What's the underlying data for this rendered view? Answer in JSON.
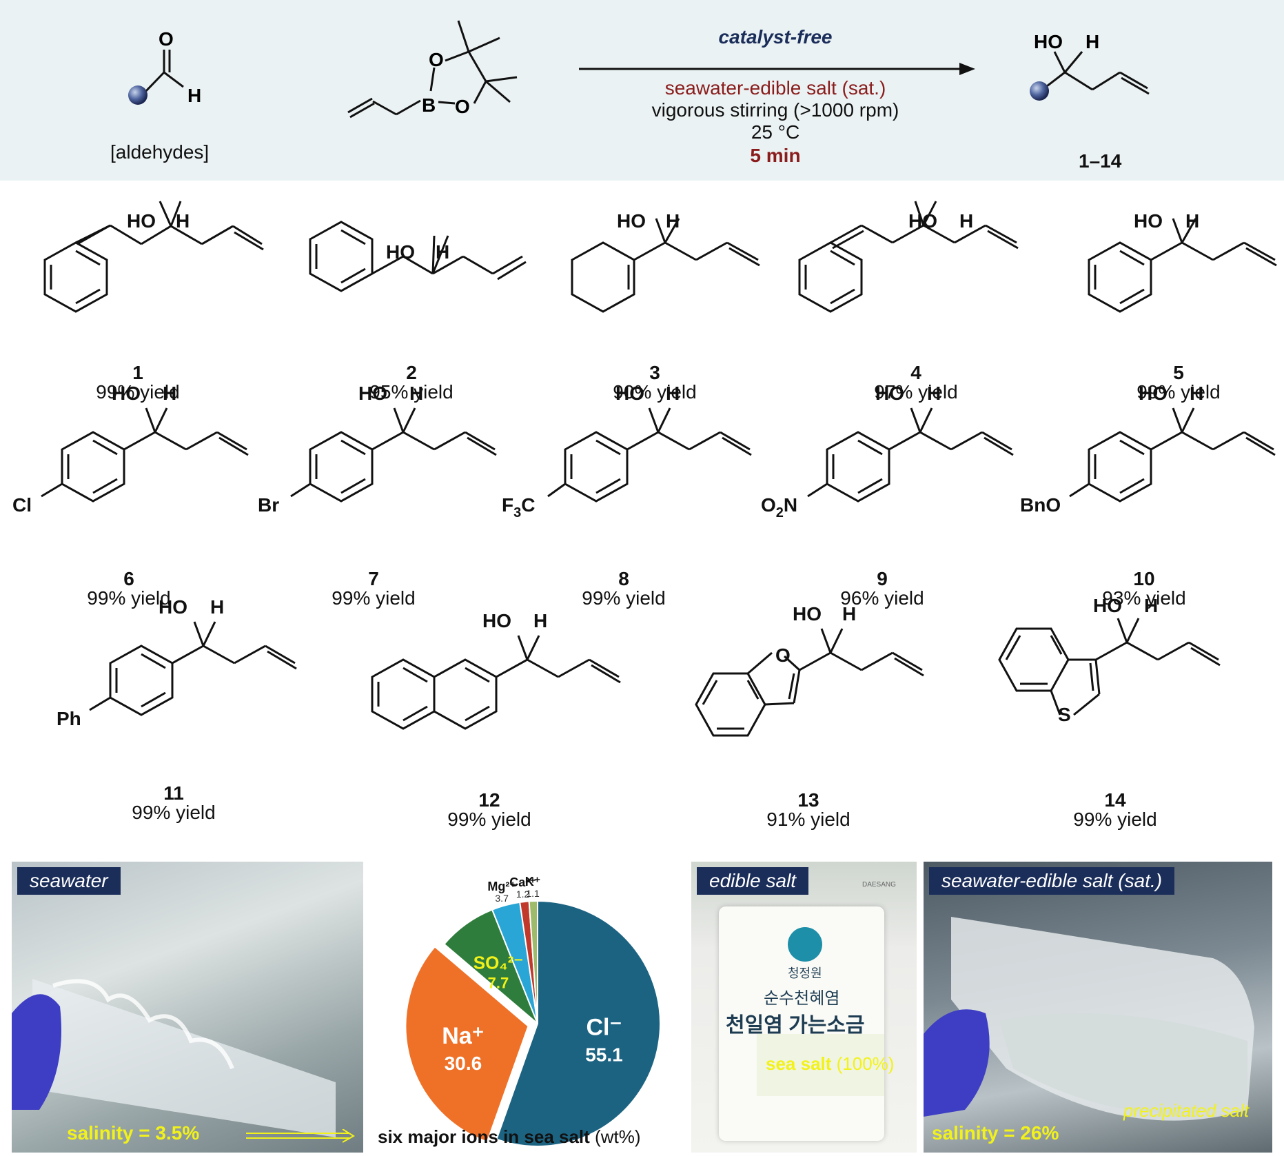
{
  "scheme": {
    "aldehyde_label": "[aldehydes]",
    "condition_catalyst": "catalyst-free",
    "condition_medium": "seawater-edible salt (sat.)",
    "condition_stirring": "vigorous stirring (>1000 rpm)",
    "condition_temp": "25 °C",
    "condition_time": "5 min",
    "product_range": "1–14",
    "atoms": {
      "O": "O",
      "H": "H",
      "B": "B",
      "HO": "HO"
    }
  },
  "compounds": [
    {
      "num": "1",
      "yield": "99% yield"
    },
    {
      "num": "2",
      "yield": "95% yield"
    },
    {
      "num": "3",
      "yield": "90% yield"
    },
    {
      "num": "4",
      "yield": "97% yield"
    },
    {
      "num": "5",
      "yield": "99% yield"
    },
    {
      "num": "6",
      "yield": "99% yield",
      "sub": "Cl"
    },
    {
      "num": "7",
      "yield": "99% yield",
      "sub": "Br"
    },
    {
      "num": "8",
      "yield": "99% yield",
      "sub": "F3C"
    },
    {
      "num": "9",
      "yield": "96% yield",
      "sub": "O2N"
    },
    {
      "num": "10",
      "yield": "93% yield",
      "sub": "BnO"
    },
    {
      "num": "11",
      "yield": "99% yield",
      "sub": "Ph"
    },
    {
      "num": "12",
      "yield": "99% yield"
    },
    {
      "num": "13",
      "yield": "91% yield",
      "hetero": "O"
    },
    {
      "num": "14",
      "yield": "99% yield",
      "hetero": "S"
    }
  ],
  "photos": {
    "seawater_tag": "seawater",
    "seawater_salinity": "salinity = 3.5%",
    "edible_tag": "edible salt",
    "edible_pkg_brand": "청정원",
    "edible_pkg_line1": "순수천혜염",
    "edible_pkg_line2": "천일염 가는소금",
    "edible_sea_salt": "sea salt",
    "edible_sea_salt_pct": "(100%)",
    "edible_maker": "DAESANG",
    "saturated_tag": "seawater-edible salt (sat.)",
    "saturated_precipitate": "precipitated salt",
    "saturated_salinity": "salinity = 26%"
  },
  "chart_data": {
    "type": "pie",
    "title": "six major ions in sea salt",
    "title_unit": "(wt%)",
    "slices": [
      {
        "label": "Cl⁻",
        "value": 55.1,
        "color": "#1c6382"
      },
      {
        "label": "Na⁺",
        "value": 30.6,
        "color": "#ef7128"
      },
      {
        "label": "SO₄²⁻",
        "value": 7.7,
        "color": "#2f7d3c"
      },
      {
        "label": "Mg²⁺",
        "value": 3.7,
        "color": "#2aa6d6"
      },
      {
        "label": "Ca²⁺",
        "value": 1.2,
        "color": "#c0392b"
      },
      {
        "label": "K⁺",
        "value": 1.1,
        "color": "#9dbb6a"
      }
    ]
  }
}
